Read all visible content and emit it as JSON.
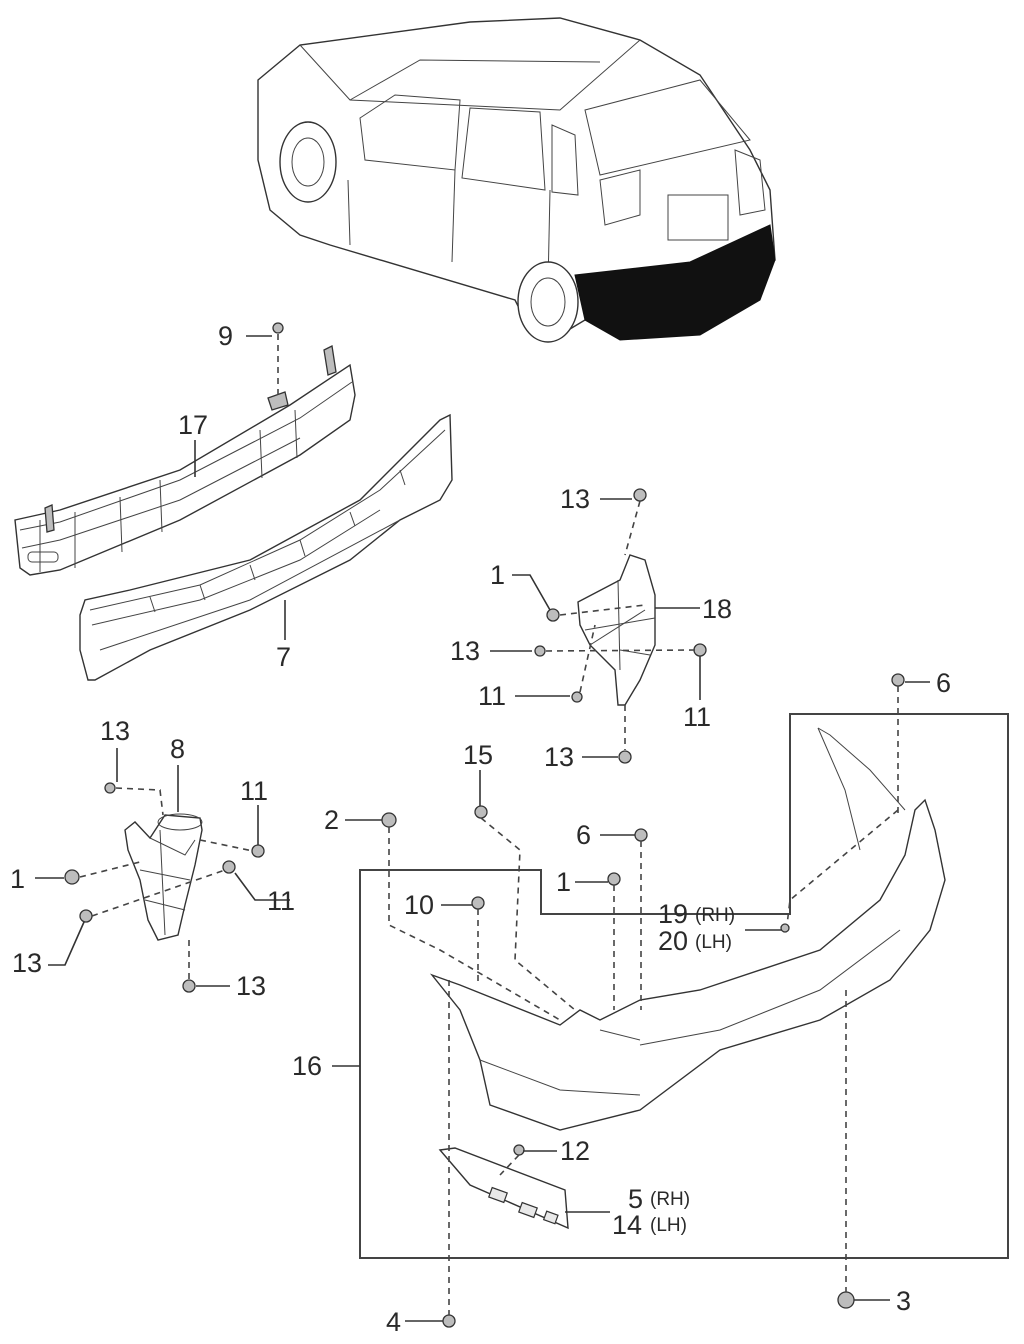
{
  "diagram": {
    "title": "Rear Bumper Assembly - Exploded Parts View",
    "callouts": [
      {
        "id": "c9",
        "number": "9"
      },
      {
        "id": "c17",
        "number": "17"
      },
      {
        "id": "c7",
        "number": "7"
      },
      {
        "id": "c13a",
        "number": "13"
      },
      {
        "id": "c1a",
        "number": "1"
      },
      {
        "id": "c18",
        "number": "18"
      },
      {
        "id": "c13b",
        "number": "13"
      },
      {
        "id": "c11a",
        "number": "11"
      },
      {
        "id": "c11b",
        "number": "11"
      },
      {
        "id": "c13c",
        "number": "13"
      },
      {
        "id": "c6a",
        "number": "6"
      },
      {
        "id": "c13d",
        "number": "13"
      },
      {
        "id": "c8",
        "number": "8"
      },
      {
        "id": "c11c",
        "number": "11"
      },
      {
        "id": "c1b",
        "number": "1"
      },
      {
        "id": "c11d",
        "number": "11"
      },
      {
        "id": "c13e",
        "number": "13"
      },
      {
        "id": "c13f",
        "number": "13"
      },
      {
        "id": "c15",
        "number": "15"
      },
      {
        "id": "c2",
        "number": "2"
      },
      {
        "id": "c6b",
        "number": "6"
      },
      {
        "id": "c1c",
        "number": "1"
      },
      {
        "id": "c10",
        "number": "10"
      },
      {
        "id": "c19",
        "number": "19",
        "side": "(RH)"
      },
      {
        "id": "c20",
        "number": "20",
        "side": "(LH)"
      },
      {
        "id": "c16",
        "number": "16"
      },
      {
        "id": "c12",
        "number": "12"
      },
      {
        "id": "c5",
        "number": "5",
        "side": "(RH)"
      },
      {
        "id": "c14",
        "number": "14",
        "side": "(LH)"
      },
      {
        "id": "c4",
        "number": "4"
      },
      {
        "id": "c3",
        "number": "3"
      }
    ],
    "parts": {
      "vehicle": "hatchback-rear-view",
      "reinforcement": "17",
      "absorber": "7",
      "bracket_rh": "18",
      "bracket_lh": "8",
      "bumper_cover": "16",
      "reflector": "5/14"
    }
  }
}
